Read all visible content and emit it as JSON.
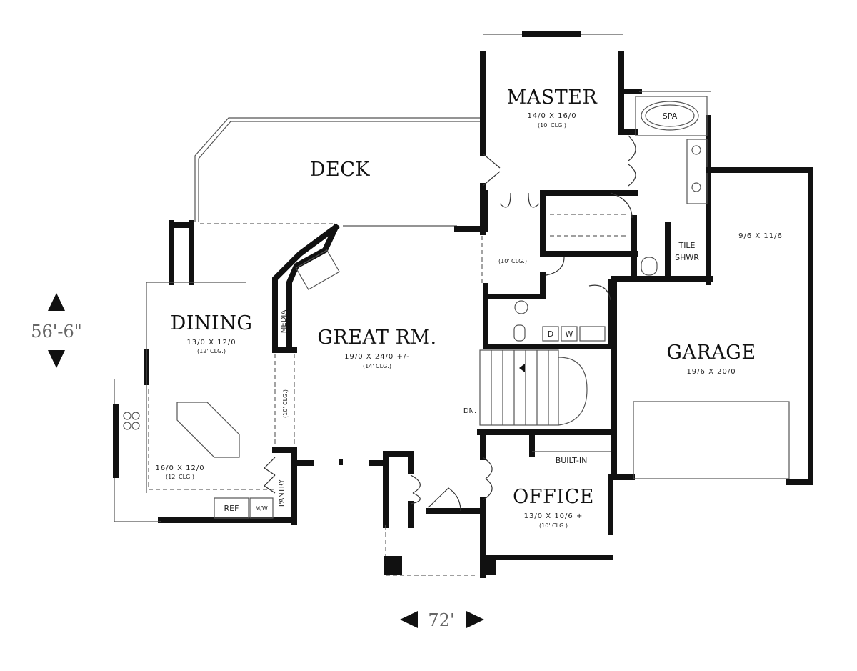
{
  "rooms": {
    "master": {
      "name": "MASTER",
      "size": "14/0 X 16/0",
      "ceiling": "(10' CLG.)"
    },
    "spa": "SPA",
    "shower": {
      "line1": "TILE",
      "line2": "SHWR"
    },
    "deck": "DECK",
    "storage": {
      "size": "9/6 X 11/6"
    },
    "hall_ceiling": "(10' CLG.)",
    "dining": {
      "name": "DINING",
      "size": "13/0 X 12/0",
      "ceiling": "(12' CLG.)"
    },
    "media": "MEDIA",
    "great_room": {
      "name": "GREAT RM.",
      "size": "19/0 X 24/0 +/-",
      "ceiling": "(14' CLG.)"
    },
    "gallery_ceiling": "(10' CLG.)",
    "laundry": {
      "dryer": "D",
      "washer": "W"
    },
    "garage": {
      "name": "GARAGE",
      "size": "19/6 X 20/0"
    },
    "stairs": "DN.",
    "built_in": "BUILT-IN",
    "kitchen": {
      "size": "16/0 X 12/0",
      "ceiling": "(12' CLG.)",
      "pantry": "PANTRY",
      "ref": "REF",
      "microwave": "M/W"
    },
    "office": {
      "name": "OFFICE",
      "size": "13/0 X 10/6 +",
      "ceiling": "(10' CLG.)"
    }
  },
  "dimensions": {
    "depth": "56'-6\"",
    "width": "72'"
  }
}
